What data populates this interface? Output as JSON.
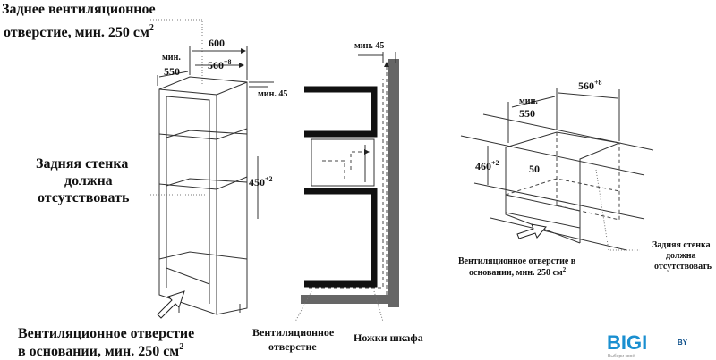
{
  "left": {
    "rear_vent": {
      "line1": "Заднее вентиляционное",
      "line2": "отверстие, мин. 250 см",
      "sup": "2"
    },
    "dim_600": "600",
    "dim_min": "мин.",
    "dim_550": "550",
    "dim_560": "560",
    "dim_560_sup": "+8",
    "dim_min45": "мин. 45",
    "dim_450": "450",
    "dim_450_sup": "+2",
    "back_wall": {
      "line1": "Задняя стенка",
      "line2": "должна",
      "line3": "отсутствовать"
    },
    "base_vent": {
      "line1": "Вентиляционное отверстие",
      "line2": "в основании, мин. 250 см",
      "sup": "2"
    }
  },
  "middle": {
    "dim_min45": "мин. 45",
    "vent_label": {
      "line1": "Вентиляционное",
      "line2": "отверстие"
    },
    "legs_label": "Ножки шкафа"
  },
  "right": {
    "dim_560": "560",
    "dim_560_sup": "+8",
    "dim_min": "мин.",
    "dim_550": "550",
    "dim_460": "460",
    "dim_460_sup": "+2",
    "dim_50": "50",
    "back_wall": {
      "line1": "Задняя стенка",
      "line2": "должна",
      "line3": "отсутствовать"
    },
    "base_vent": {
      "line1": "Вентиляционное отверстие в",
      "line2": "основании, мин. 250 см",
      "sup": "2"
    }
  },
  "logo": {
    "text": "BIGI",
    "suffix": "BY",
    "tagline": "Выбери своё",
    "color": "#1a8fd0",
    "accent": "#0d4f8a"
  }
}
